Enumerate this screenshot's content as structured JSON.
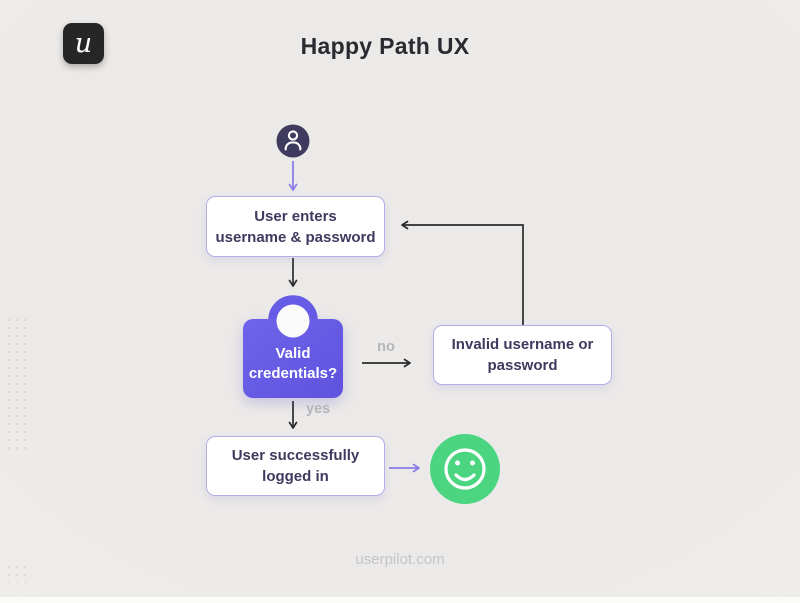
{
  "header": {
    "title": "Happy Path UX",
    "logo_letter": "u"
  },
  "footer": {
    "text": "userpilot.com"
  },
  "diagram": {
    "type": "flowchart",
    "nodes": {
      "start": {
        "icon": "user-icon"
      },
      "enter_credentials": {
        "line1": "User enters",
        "line2": "username & password"
      },
      "valid_credentials": {
        "line1": "Valid",
        "line2": "credentials?",
        "icon": "lock-icon"
      },
      "invalid": {
        "line1": "Invalid username or",
        "line2": "password"
      },
      "success": {
        "line1": "User successfully",
        "line2": "logged in"
      },
      "end": {
        "icon": "smiley-icon"
      }
    },
    "edges": {
      "no_label": "no",
      "yes_label": "yes"
    }
  },
  "colors": {
    "accent_purple": "#6459e1",
    "arrow_purple": "#8a7ee8",
    "arrow_black": "#2b2b2b",
    "dark_navy": "#3e3b5e",
    "success_green": "#4bd581",
    "label_gray": "#b6b5ba",
    "box_border": "#b5aee6",
    "logo_bg": "#262626"
  }
}
